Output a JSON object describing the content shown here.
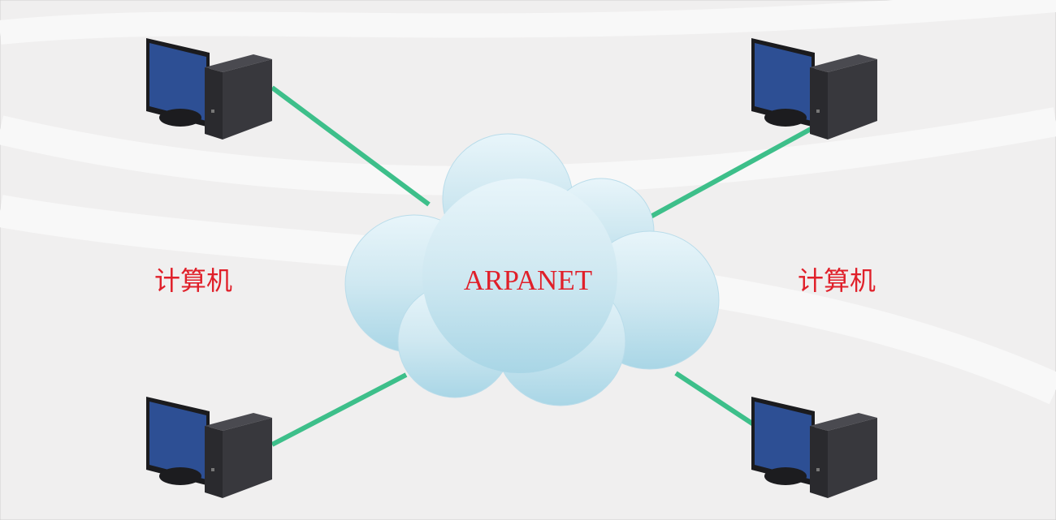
{
  "network": {
    "label": "ARPANET"
  },
  "computers": [
    {
      "label": "计算机"
    },
    {
      "label": "计算机"
    }
  ],
  "colors": {
    "link": "#3dbf8a",
    "label": "#e0202a",
    "screen": "#2d4f94",
    "cloud": "#cfe9f2"
  }
}
